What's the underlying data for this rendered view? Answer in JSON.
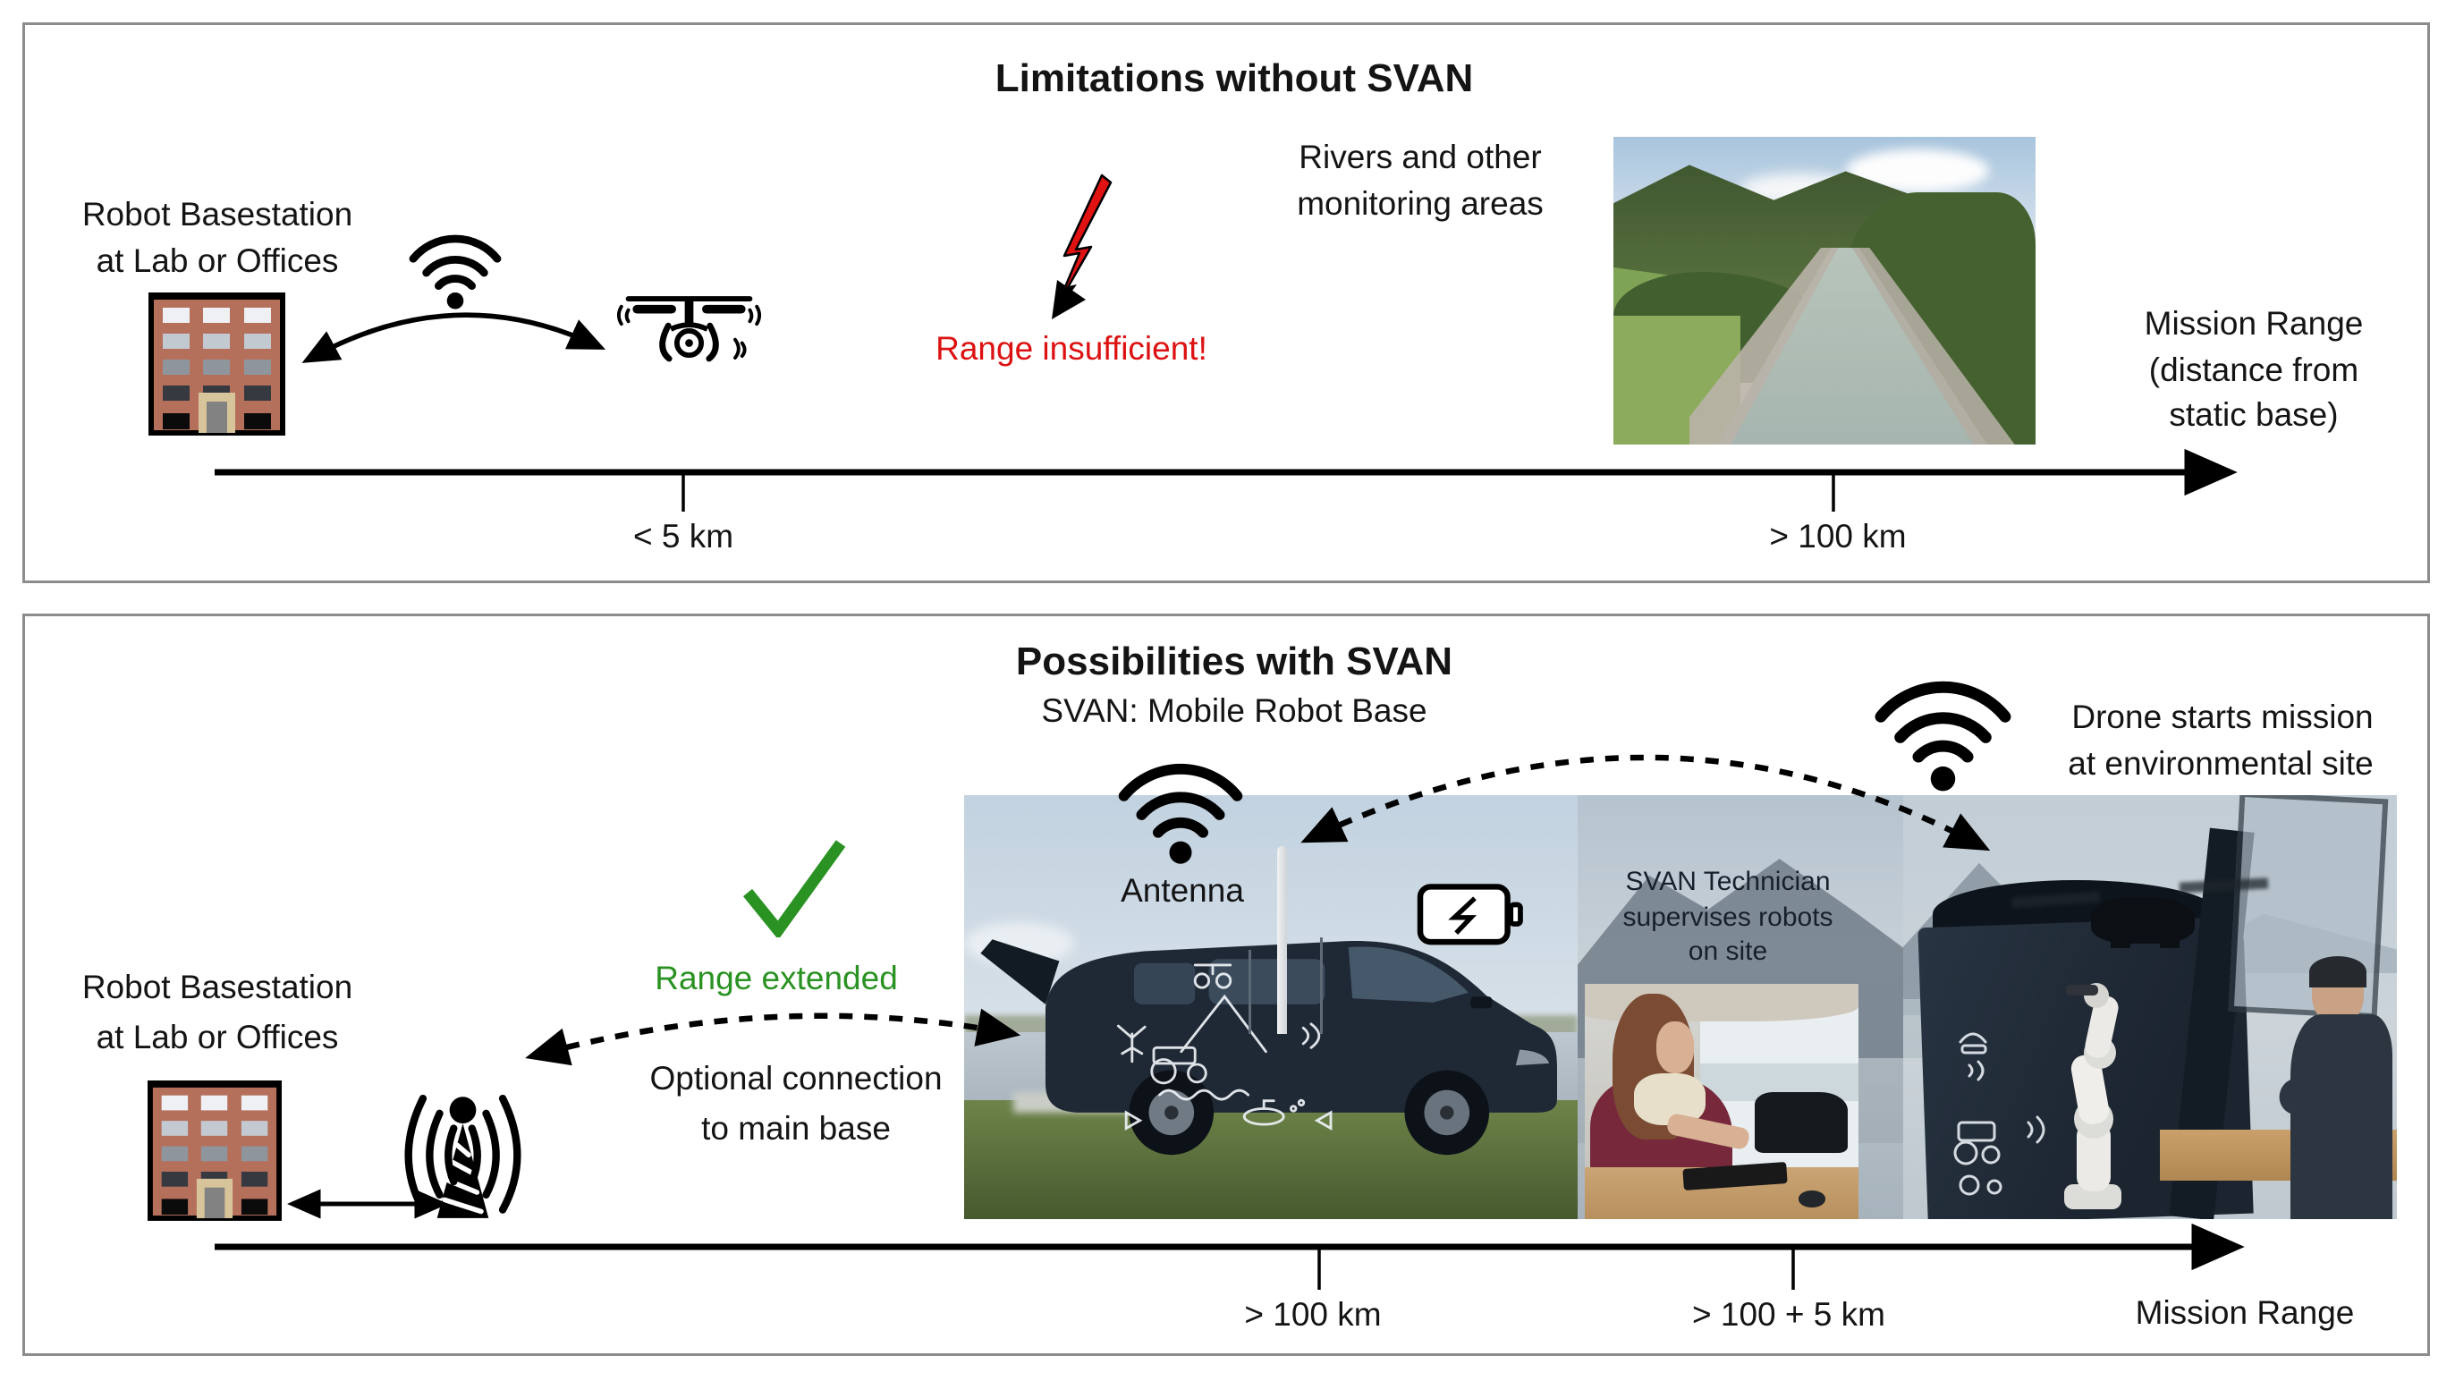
{
  "top_panel": {
    "title": "Limitations without SVAN",
    "basestation": {
      "line1": "Robot Basestation",
      "line2": "at Lab or Offices"
    },
    "warning": "Range insufficient!",
    "monitoring": {
      "line1": "Rivers and other",
      "line2": "monitoring areas"
    },
    "mission_range": {
      "line1": "Mission Range",
      "line2": "(distance from",
      "line3": "static base)"
    },
    "axis": {
      "tick1": "< 5 km",
      "tick2": "> 100 km"
    }
  },
  "bottom_panel": {
    "title": "Possibilities with SVAN",
    "subtitle": "SVAN: Mobile Robot Base",
    "drone_mission": {
      "line1": "Drone starts mission",
      "line2": "at environmental site"
    },
    "antenna_label": "Antenna",
    "technician": {
      "line1": "SVAN Technician",
      "line2": "supervises robots",
      "line3": "on site"
    },
    "success": "Range extended",
    "optional": {
      "line1": "Optional connection",
      "line2": "to main base"
    },
    "basestation": {
      "line1": "Robot Basestation",
      "line2": "at Lab or Offices"
    },
    "axis": {
      "tick1": "> 100 km",
      "tick2": "> 100 + 5 km",
      "label": "Mission Range"
    }
  },
  "colors": {
    "warning_red": "#dd1111",
    "success_green": "#2a9222",
    "building_brick": "#b5705c",
    "door_tan": "#d8c49a",
    "panel_border": "#8c8c8c",
    "ink": "#141414"
  },
  "icons": {
    "wifi-icon": "three radio arcs over a dot",
    "drone-icon": "black quadcopter side silhouette",
    "radio-tower-icon": "lattice mast with top dot and radiating waves",
    "battery-icon": "outlined battery with lightning bolt",
    "lightning-bolt-icon": "red bolt with black arrow tip",
    "check-icon": "green check mark",
    "arrow-icon": "black arrowheads on axes and connection arcs"
  }
}
